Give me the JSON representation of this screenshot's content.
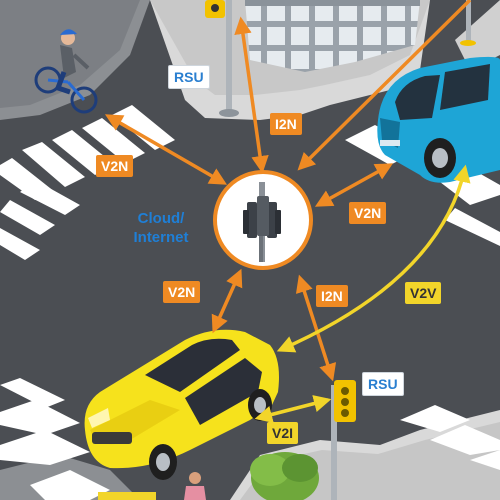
{
  "hub": {
    "label_line1": "Cloud/",
    "label_line2": "Internet",
    "icon": "cell-tower-icon"
  },
  "labels": {
    "rsu_top": "RSU",
    "rsu_bottom": "RSU",
    "i2n_top": "I2N",
    "i2n_bottom": "I2N",
    "v2n_left": "V2N",
    "v2n_right": "V2N",
    "v2n_bottom": "V2N",
    "v2v": "V2V",
    "v2i": "V2I"
  },
  "colors": {
    "network_link": "#ef8a23",
    "direct_link": "#f2d52a",
    "road": "#4b4e53",
    "sidewalk": "#d9d9d9",
    "label_text_blue": "#1f7fd6"
  },
  "icons": [
    "cell-tower-icon",
    "traffic-light-icon",
    "bicycle-icon",
    "car-icon",
    "pedestrian-icon",
    "tree-icon",
    "building-icon"
  ]
}
